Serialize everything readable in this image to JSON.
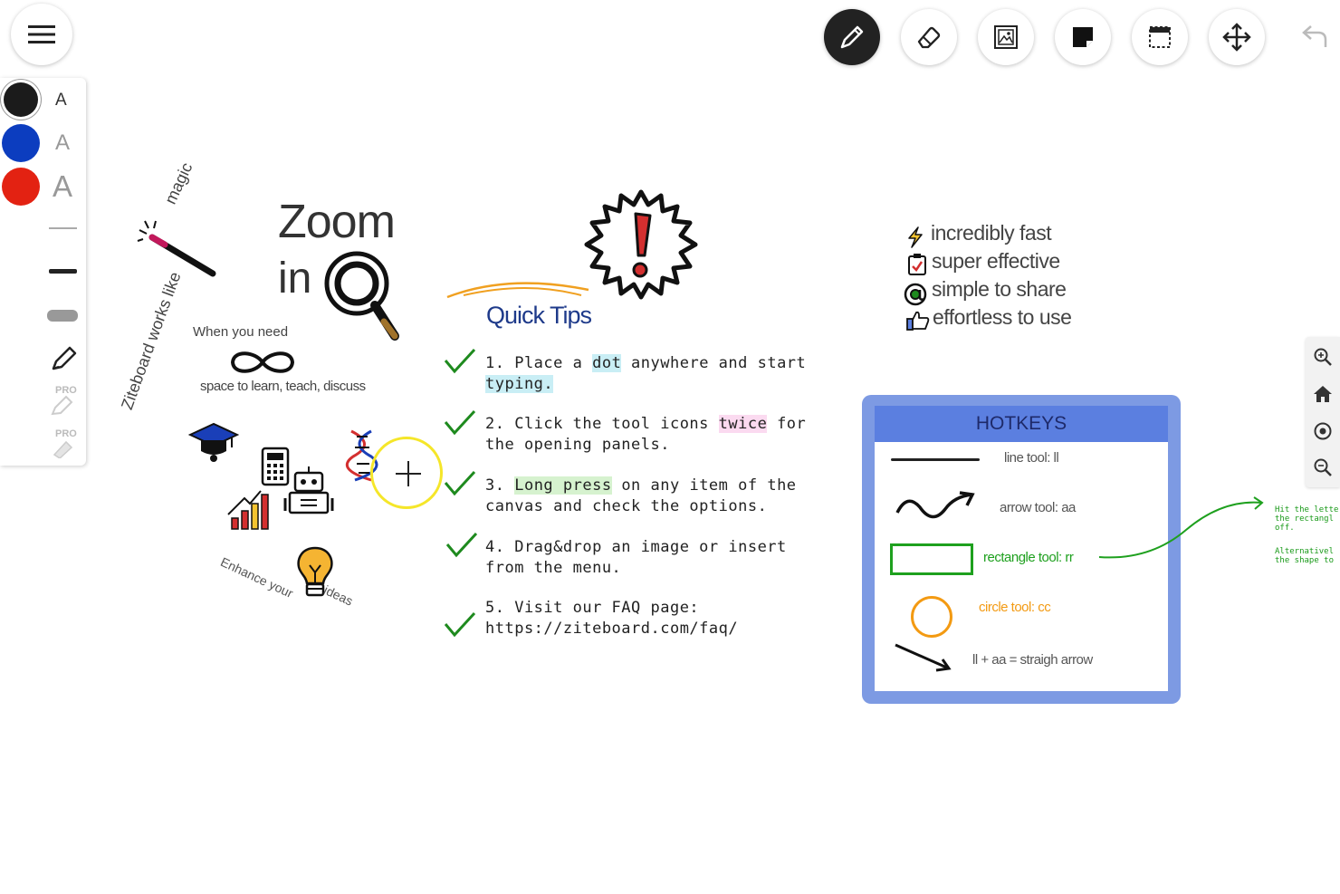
{
  "toolbar_left": {
    "font_a_small": "A",
    "font_a_medium": "A",
    "font_a_large": "A",
    "pro_badge_1": "PRO",
    "pro_badge_2": "PRO",
    "colors": {
      "black": "#1b1b1b",
      "blue": "#0c3dbf",
      "red": "#e32212"
    }
  },
  "toolbar_top": {
    "tools": [
      "pen",
      "eraser",
      "image",
      "sticky-note",
      "select",
      "move",
      "undo"
    ],
    "active_tool": "pen"
  },
  "canvas": {
    "magic_label": "magic",
    "works_like_label": "Ziteboard works like",
    "zoom_title_1": "Zoom",
    "zoom_title_2": "in",
    "when_you_need": "When you need",
    "space_to_learn": "space to learn, teach, discuss",
    "enhance_your": "Enhance your",
    "ideas": "ideas",
    "quick_tips_title": "Quick Tips",
    "tips": {
      "t1_a": "1. Place a ",
      "t1_hl": "dot",
      "t1_b": " anywhere and start",
      "t1_c": "typing.",
      "t2_a": "2. Click the tool icons ",
      "t2_hl": "twice",
      "t2_b": " for",
      "t2_c": "the opening panels.",
      "t3_a": "3. ",
      "t3_hl": "Long press",
      "t3_b": " on any item of the",
      "t3_c": "canvas and check the options.",
      "t4_a": "4. Drag&drop an image or insert",
      "t4_b": "from the menu.",
      "t5_a": "5. Visit our FAQ page:",
      "t5_b": "https://ziteboard.com/faq/"
    },
    "features": [
      "incredibly fast",
      "super effective",
      "simple to share",
      "effortless to use"
    ],
    "hotkeys": {
      "title": "HOTKEYS",
      "line": "line tool: ll",
      "arrow": "arrow tool: aa",
      "rectangle": "rectangle tool: rr",
      "circle": "circle tool: cc",
      "straight": "ll + aa = straigh arrow"
    },
    "side_note_1": "Hit the lette\nthe rectangl\noff.",
    "side_note_2": "Alternativel\nthe shape to"
  }
}
